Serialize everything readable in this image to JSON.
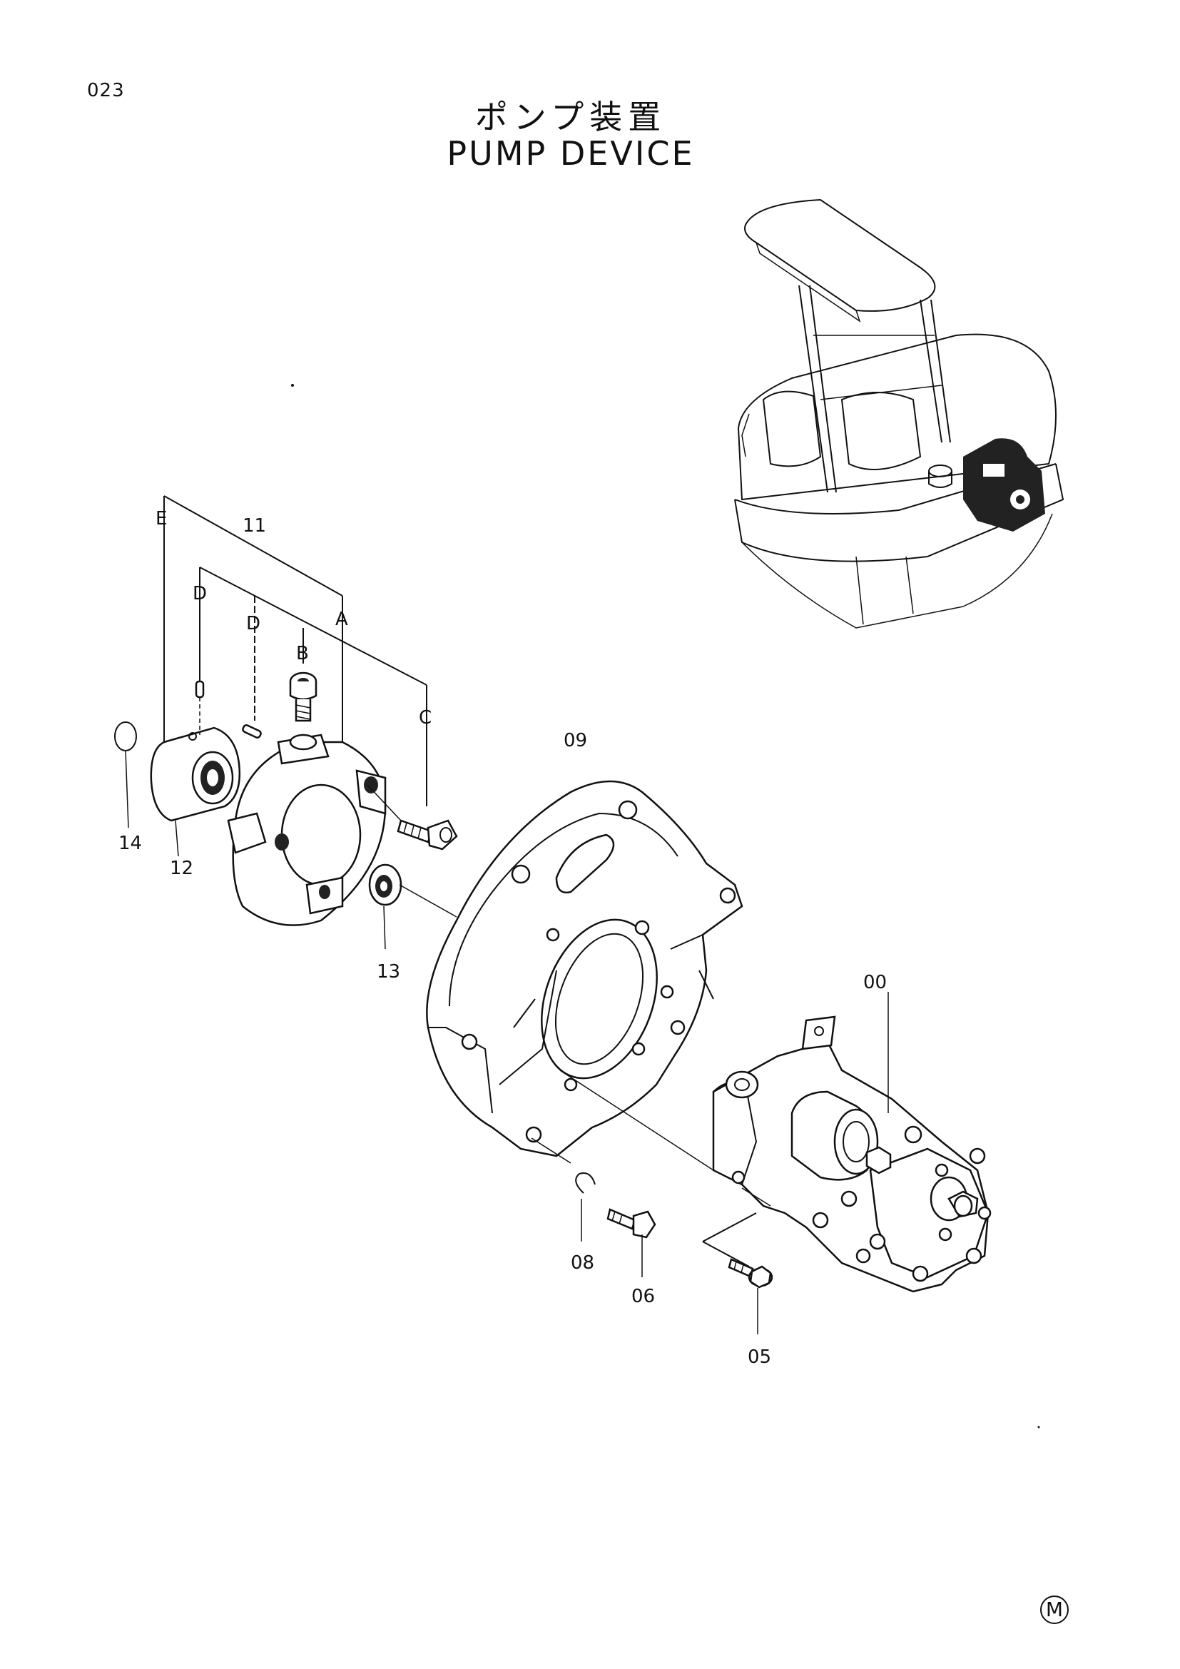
{
  "header": {
    "page_number": "023",
    "title_jp": "ポンプ装置",
    "title_en": "PUMP  DEVICE"
  },
  "callouts": {
    "c00": "00",
    "c05": "05",
    "c06": "06",
    "c08": "08",
    "c09": "09",
    "c11": "11",
    "c12": "12",
    "c13": "13",
    "c14": "14",
    "A": "A",
    "B": "B",
    "C": "C",
    "D1": "D",
    "D2": "D",
    "E": "E"
  },
  "footer": {
    "mark": "M"
  }
}
